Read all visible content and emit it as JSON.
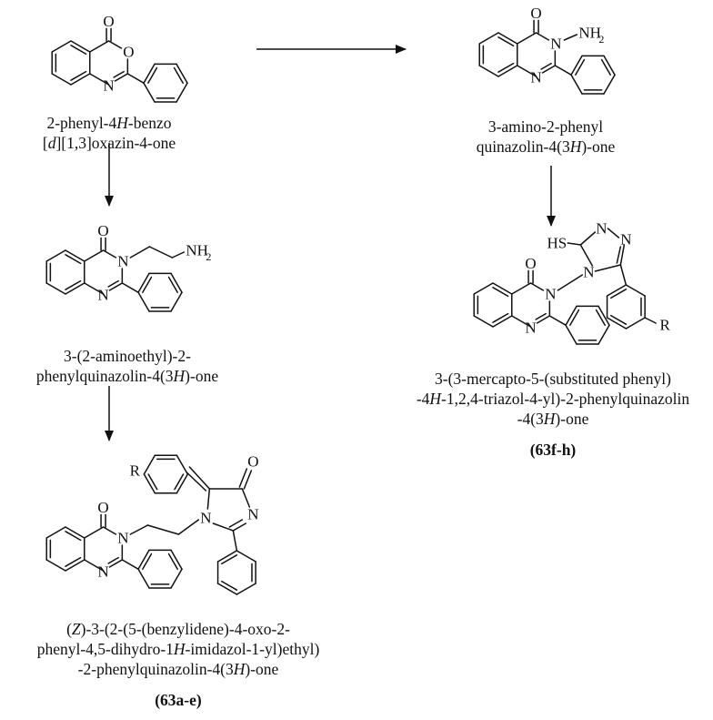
{
  "compounds": {
    "benzoxazinone": {
      "name_lines": [
        [
          "2-phenyl-4",
          {
            "i": "H"
          },
          "-benzo"
        ],
        [
          "[",
          {
            "i": "d"
          },
          "][1,3]oxazin-4-one"
        ]
      ]
    },
    "aminoquinazolinone": {
      "name_lines": [
        [
          "3-amino-2-phenyl"
        ],
        [
          "quinazolin-4(3",
          {
            "i": "H"
          },
          ")-one"
        ]
      ]
    },
    "aminoethylquinazolinone": {
      "name_lines": [
        [
          "3-(2-aminoethyl)-2-"
        ],
        [
          "phenylquinazolin-4(3",
          {
            "i": "H"
          },
          ")-one"
        ]
      ]
    },
    "triazolylquinazolinone": {
      "name_lines": [
        [
          "3-(3-mercapto-5-(substituted phenyl)"
        ],
        [
          "-4",
          {
            "i": "H"
          },
          "-1,2,4-triazol-4-yl)-2-phenylquinazolin"
        ],
        [
          "-4(3",
          {
            "i": "H"
          },
          ")-one"
        ]
      ],
      "ref": "(63f-h)"
    },
    "imidazolonylquinazolinone": {
      "name_lines": [
        [
          "(",
          {
            "i": "Z"
          },
          ")-3-(2-(5-(benzylidene)-4-oxo-2-"
        ],
        [
          "phenyl-4,5-dihydro-1",
          {
            "i": "H"
          },
          "-imidazol-1-yl)ethyl)"
        ],
        [
          "-2-phenylquinazolin-4(3",
          {
            "i": "H"
          },
          ")-one"
        ]
      ],
      "ref": "(63a-e)"
    }
  },
  "atoms": {
    "O": "O",
    "N": "N",
    "NH2": "NH",
    "sub2": "2",
    "SH": "HS",
    "R": "R"
  }
}
